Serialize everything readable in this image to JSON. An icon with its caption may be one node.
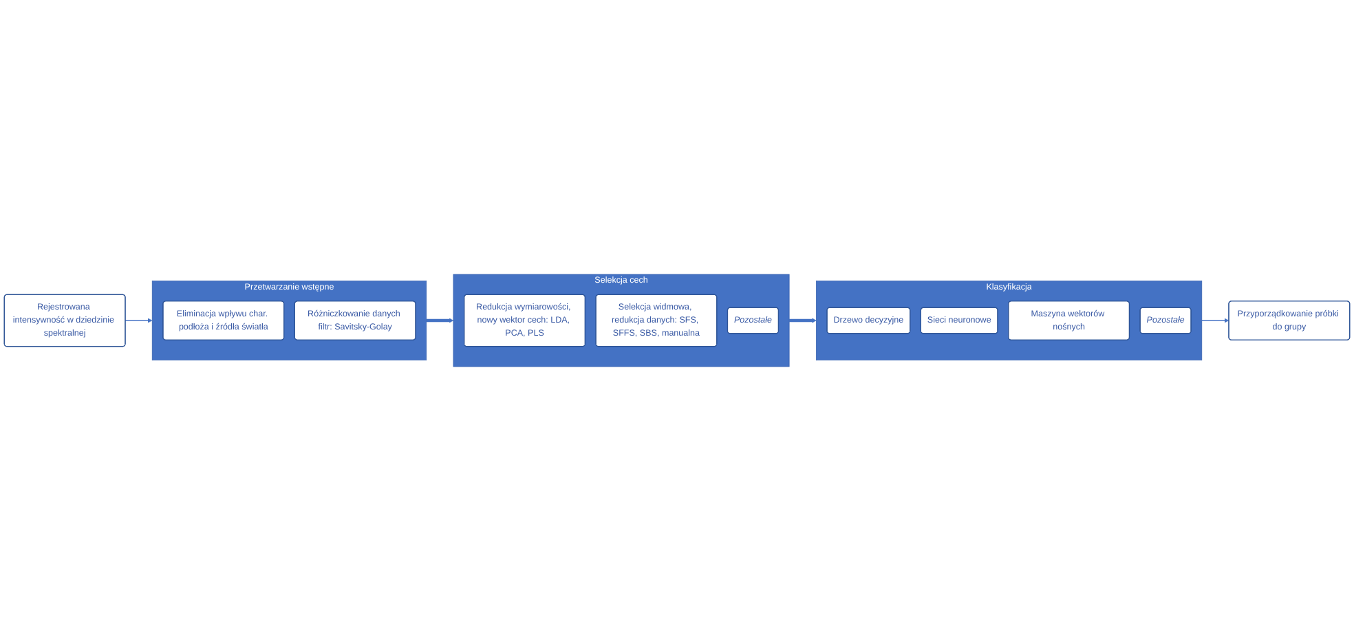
{
  "diagram": {
    "nodes": [
      {
        "text": [
          "Rejestrowana intensywność w dziedzinie spektralnej"
        ]
      },
      {
        "text": [
          "Przetwarzanie wstępne"
        ]
      },
      {
        "text": [
          "Eliminacja wpływu char. podłoża i źródła światła"
        ],
        "in": 1
      },
      {
        "text": [
          "Różniczkowanie danych filtr: Savitsky-Golay"
        ],
        "in": 1
      },
      {
        "text": [
          "Selekcja cech"
        ]
      },
      {
        "text": [
          "Redukcja wymiarowości, nowy wektor cech: LDA, PCA, PLS"
        ],
        "in": 4
      },
      {
        "text": [
          "Selekcja widmowa, redukcja danych: SFS, SFFS, SBS, manualna"
        ],
        "in": 4
      },
      {
        "text": [
          "Pozostałe"
        ],
        "in": 4
      },
      {
        "text": [
          "Klasyfikacja"
        ]
      },
      {
        "text": [
          "Drzewo decyzyjne"
        ],
        "in": 8
      },
      {
        "text": [
          "Sieci neuronowe"
        ],
        "in": 8
      },
      {
        "text": [
          "Maszyna wektorów nośnych"
        ],
        "in": 8
      },
      {
        "text": [
          "Pozostałe"
        ],
        "in": 8
      },
      {
        "text": [
          "Przyporządkowanie próbki do grupy"
        ]
      }
    ],
    "edges": [
      {
        "from": 0,
        "to": 1,
        "arrow": "to"
      },
      {
        "from": 1,
        "to": 4,
        "arrow": "to",
        "style": "thick"
      },
      {
        "from": 4,
        "to": 8,
        "arrow": "to",
        "style": "thick"
      },
      {
        "from": 8,
        "to": 13,
        "arrow": "to"
      }
    ]
  }
}
